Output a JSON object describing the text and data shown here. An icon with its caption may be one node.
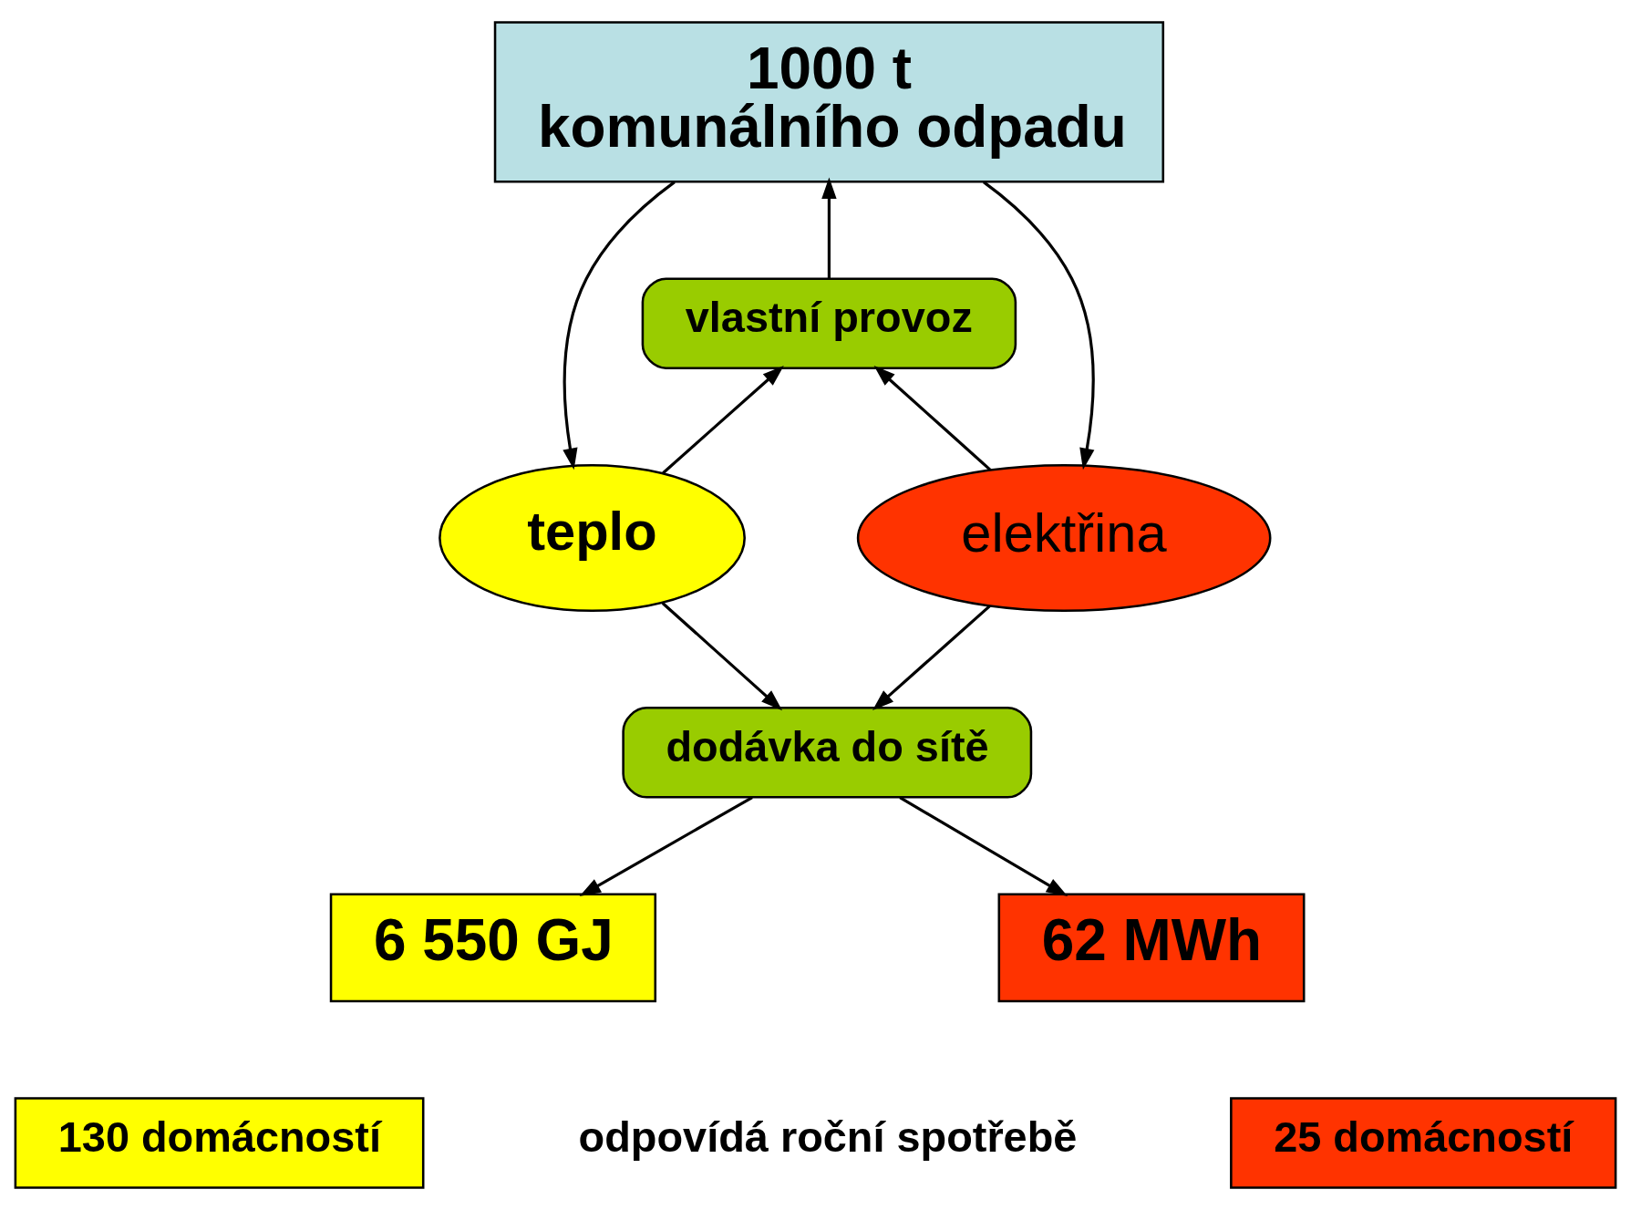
{
  "diagram": {
    "nodes": [
      {
        "text": [
          "1000 t",
          "komunálního odpadu"
        ]
      },
      {
        "text": [
          "vlastní provoz"
        ]
      },
      {
        "text": [
          "teplo"
        ]
      },
      {
        "text": [
          "elektřina"
        ]
      },
      {
        "text": [
          "dodávka do sítě"
        ]
      },
      {
        "text": [
          "6 550 GJ"
        ]
      },
      {
        "text": [
          "62 MWh"
        ]
      },
      {
        "text": [
          "130 domácností"
        ]
      },
      {
        "text": [
          "25 domácností"
        ]
      }
    ],
    "edges": [
      {
        "from": 0,
        "to": 2,
        "arrow": "to"
      },
      {
        "from": 0,
        "to": 3,
        "arrow": "to"
      },
      {
        "from": 1,
        "to": 0,
        "arrow": "to"
      },
      {
        "from": 2,
        "to": 1,
        "arrow": "to"
      },
      {
        "from": 3,
        "to": 1,
        "arrow": "to"
      },
      {
        "from": 2,
        "to": 4,
        "arrow": "to"
      },
      {
        "from": 3,
        "to": 4,
        "arrow": "to"
      },
      {
        "from": 4,
        "to": 5,
        "arrow": "to"
      },
      {
        "from": 4,
        "to": 6,
        "arrow": "to"
      }
    ],
    "labels": [
      "odpovídá roční spotřebě"
    ]
  }
}
